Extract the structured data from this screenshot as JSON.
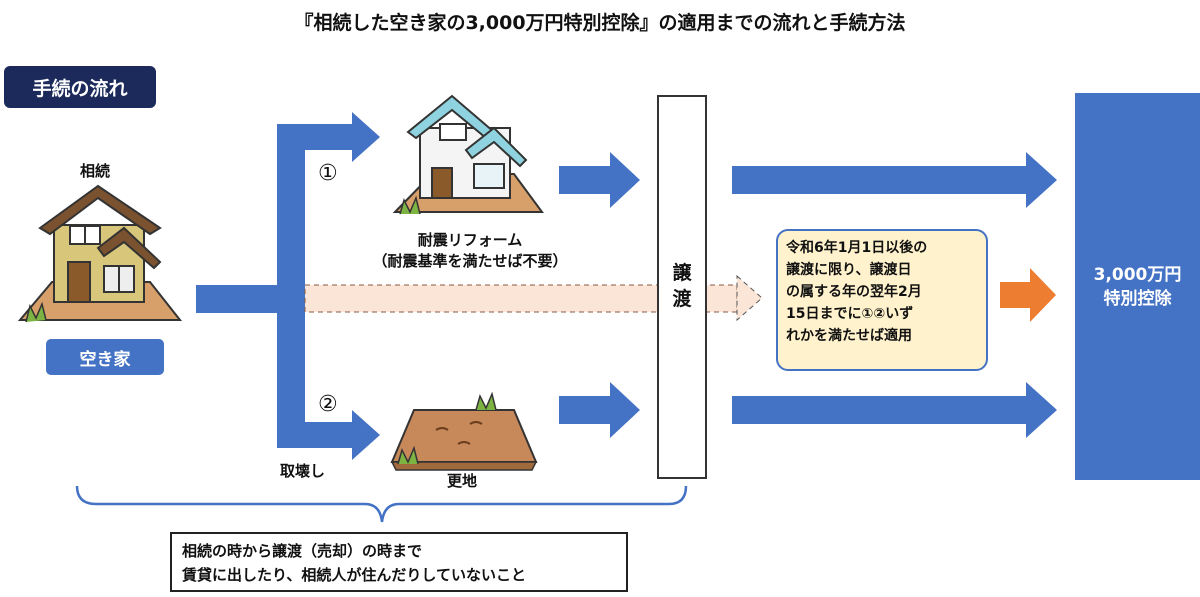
{
  "title": "『相続した空き家の3,000万円特別控除』の適用までの流れと手続方法",
  "section_label": "手続の流れ",
  "inheritance_label": "相続",
  "vacant_house_label": "空き家",
  "route1": {
    "marker": "①",
    "caption_line1": "耐震リフォーム",
    "caption_line2": "（耐震基準を満たせば不要）"
  },
  "route2": {
    "marker": "②",
    "caption": "更地",
    "demolish_label": "取壊し"
  },
  "transfer_box": {
    "line1": "譲",
    "line2": "渡"
  },
  "condition_box": {
    "lines": [
      "令和6年1月1日以後の",
      "譲渡に限り、譲渡日",
      "の属する年の翌年2月",
      "15日までに①②いず",
      "れかを満たせば適用"
    ]
  },
  "deduction_box": {
    "line1": "3,000万円",
    "line2": "特別控除"
  },
  "note_box": {
    "line1": "相続の時から譲渡（売却）の時まで",
    "line2": "賃貸に出したり、相続人が住んだりしていないこと"
  },
  "colors": {
    "blue": "#4472c4",
    "navy": "#1b2a5a",
    "orange": "#ed7d31",
    "yellow_fill": "#fff2cc",
    "peach": "#fbe5d6"
  }
}
